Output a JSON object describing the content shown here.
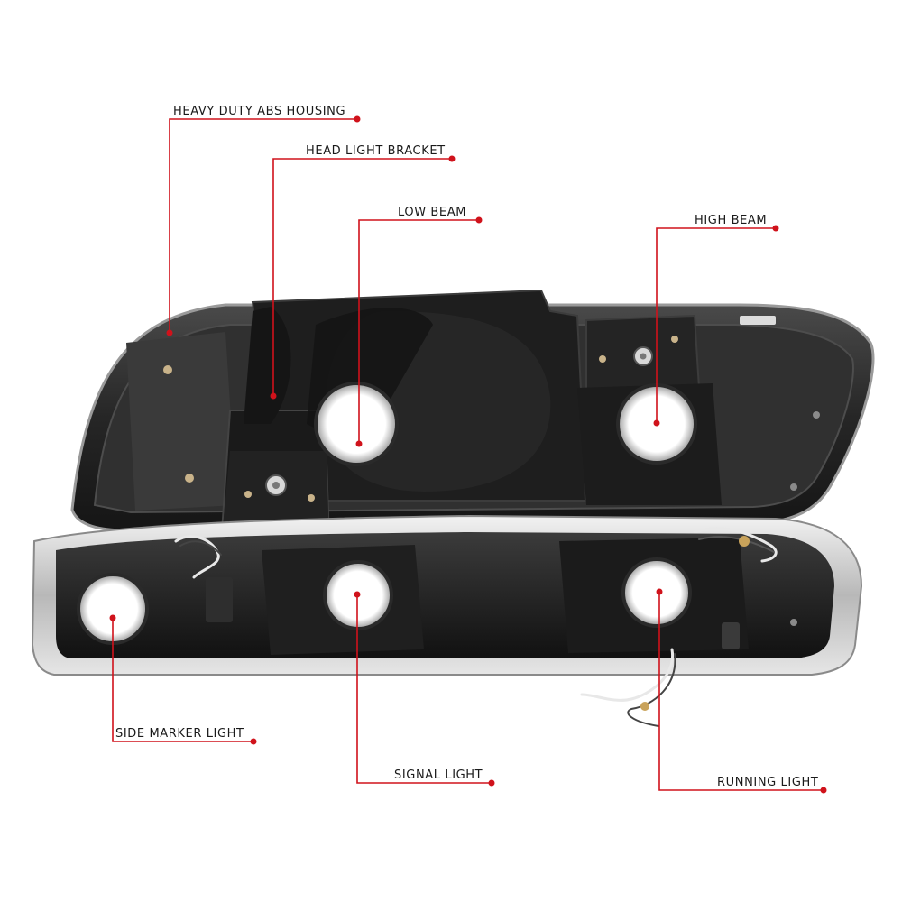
{
  "callouts": {
    "housing": "HEAVY DUTY ABS HOUSING",
    "bracket": "HEAD LIGHT BRACKET",
    "low_beam": "LOW BEAM",
    "high_beam": "HIGH BEAM",
    "side_marker": "SIDE MARKER LIGHT",
    "signal": "SIGNAL LIGHT",
    "running": "RUNNING LIGHT"
  },
  "colors": {
    "callout_line": "#d0121b",
    "housing_dark": "#2a2a2a",
    "chrome": "#cfcfcf"
  }
}
